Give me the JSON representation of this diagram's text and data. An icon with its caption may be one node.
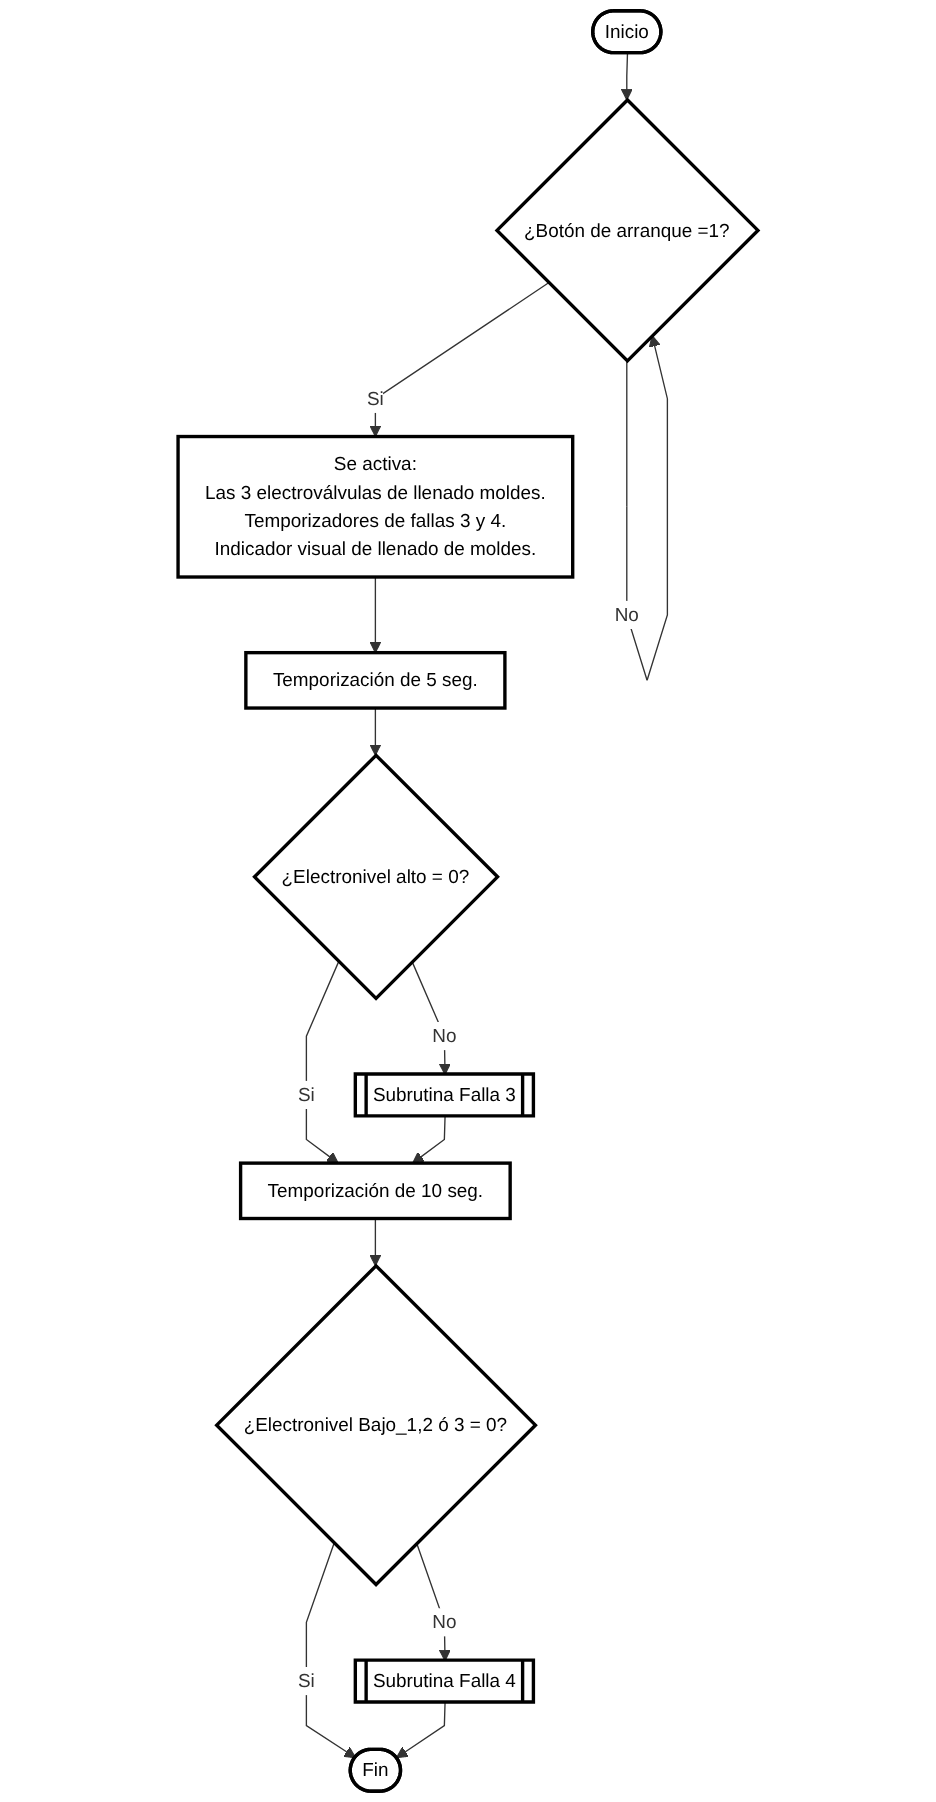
{
  "diagram": {
    "nodes": [
      {
        "text": [
          "Inicio"
        ]
      },
      {
        "text": [
          "¿Botón de arranque =1?"
        ]
      },
      {
        "text": [
          "Se activa:",
          "Las 3 electroválvulas de llenado moldes.",
          "Temporizadores de fallas 3 y 4.",
          "Indicador visual de llenado de moldes."
        ]
      },
      {
        "text": [
          "Temporización de 5 seg."
        ]
      },
      {
        "text": [
          "¿Electronivel alto = 0?"
        ]
      },
      {
        "text": [
          "Subrutina Falla 3"
        ]
      },
      {
        "text": [
          "Temporización de 10 seg."
        ]
      },
      {
        "text": [
          "¿Electronivel Bajo_1,2 ó 3 = 0?"
        ]
      },
      {
        "text": [
          "Subrutina Falla 4"
        ]
      },
      {
        "text": [
          "Fin"
        ]
      }
    ],
    "edges": [
      {
        "from": 0,
        "to": 1,
        "arrow": "to"
      },
      {
        "from": 1,
        "to": 1,
        "arrow": "to",
        "label": "No"
      },
      {
        "from": 1,
        "to": 2,
        "arrow": "to",
        "label": "Si"
      },
      {
        "from": 2,
        "to": 3,
        "arrow": "to"
      },
      {
        "from": 3,
        "to": 4,
        "arrow": "to"
      },
      {
        "from": 4,
        "to": 5,
        "arrow": "to",
        "label": "No"
      },
      {
        "from": 4,
        "to": 6,
        "arrow": "to",
        "label": "Si"
      },
      {
        "from": 5,
        "to": 6,
        "arrow": "to"
      },
      {
        "from": 6,
        "to": 7,
        "arrow": "to"
      },
      {
        "from": 7,
        "to": 8,
        "arrow": "to",
        "label": "No"
      },
      {
        "from": 7,
        "to": 9,
        "arrow": "to",
        "label": "Si"
      },
      {
        "from": 8,
        "to": 9,
        "arrow": "to"
      }
    ]
  }
}
